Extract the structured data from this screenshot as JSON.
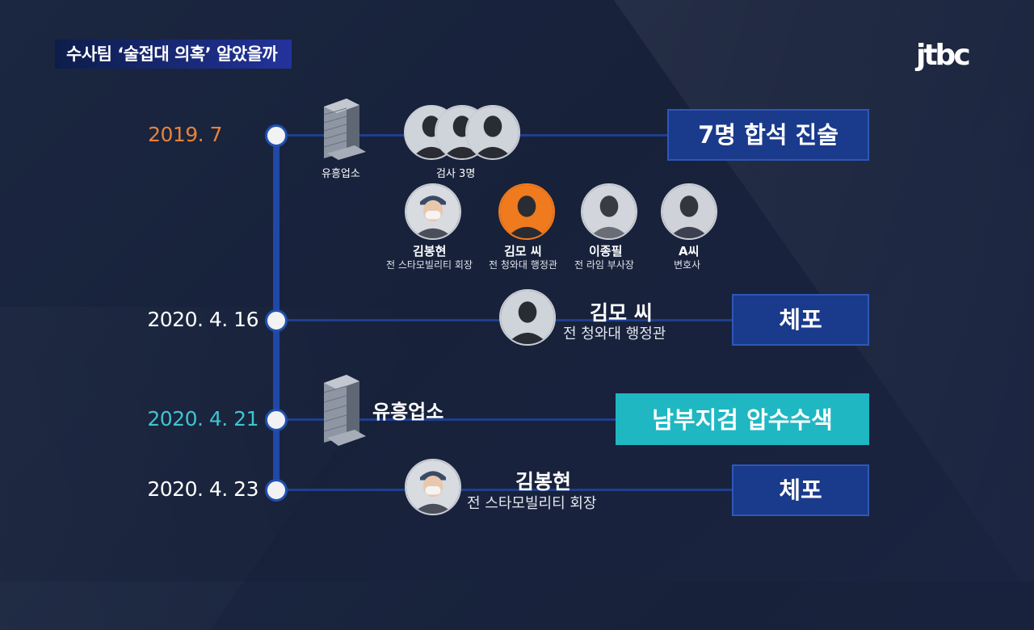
{
  "header": {
    "title": "수사팀 ‘술접대 의혹’ 알았을까",
    "logo": "jtbc"
  },
  "timeline": [
    {
      "date": "2019. 7",
      "date_color": "#e8823a"
    },
    {
      "date": "2020. 4. 16",
      "date_color": "#ffffff"
    },
    {
      "date": "2020. 4. 21",
      "date_color": "#3fc4cf"
    },
    {
      "date": "2020. 4. 23",
      "date_color": "#ffffff"
    }
  ],
  "row1": {
    "place": "유흥업소",
    "prosecutors": "검사 3명",
    "result": "7명 합석 진술",
    "people": [
      {
        "name": "김봉현",
        "role": "전 스타모빌리티 회장"
      },
      {
        "name": "김모 씨",
        "role": "전 청와대 행정관"
      },
      {
        "name": "이종필",
        "role": "전 라임 부사장"
      },
      {
        "name": "A씨",
        "role": "변호사"
      }
    ]
  },
  "row2": {
    "name": "김모 씨",
    "role": "전 청와대 행정관",
    "result": "체포"
  },
  "row3": {
    "place": "유흥업소",
    "result": "남부지검 압수수색"
  },
  "row4": {
    "name": "김봉현",
    "role": "전 스타모빌리티 회장",
    "result": "체포"
  },
  "colors": {
    "accent_orange": "#f07a1e",
    "box_blue": "#1a3a8c",
    "box_teal": "#1fb7c2",
    "line_blue": "#2048a8"
  }
}
